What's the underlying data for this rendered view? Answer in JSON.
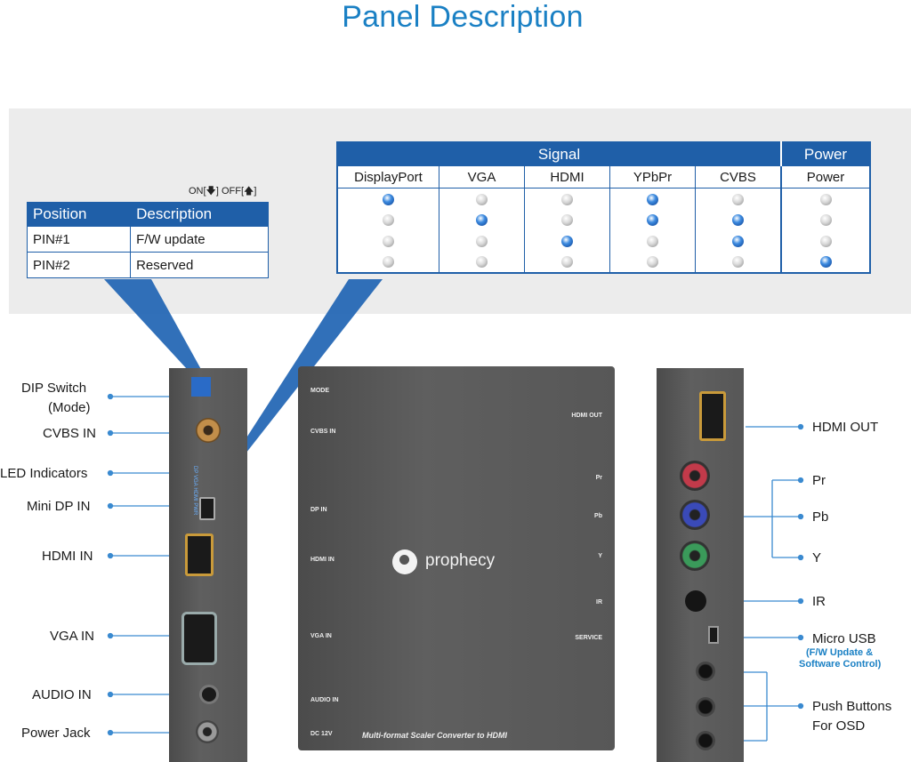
{
  "title": "Panel Description",
  "dip_switch_legend": "ON[🡇]  OFF[🡅]",
  "position_table": {
    "headers": [
      "Position",
      "Description"
    ],
    "rows": [
      {
        "pin": "PIN#1",
        "desc": "F/W update"
      },
      {
        "pin": "PIN#2",
        "desc": "Reserved"
      }
    ]
  },
  "led_table": {
    "group_headers": {
      "signal": "Signal",
      "power": "Power"
    },
    "columns": [
      "DisplayPort",
      "VGA",
      "HDMI",
      "YPbPr",
      "CVBS",
      "Power"
    ],
    "states": [
      [
        "on",
        "off",
        "off",
        "off"
      ],
      [
        "off",
        "on",
        "off",
        "off"
      ],
      [
        "off",
        "off",
        "on",
        "off"
      ],
      [
        "on",
        "on",
        "off",
        "off"
      ],
      [
        "off",
        "on",
        "on",
        "off"
      ],
      [
        "off",
        "off",
        "off",
        "on"
      ]
    ]
  },
  "left_labels": {
    "dip_switch": "DIP Switch",
    "dip_mode": "(Mode)",
    "cvbs_in": "CVBS IN",
    "led_indicators": "LED Indicators",
    "mini_dp_in": "Mini DP IN",
    "hdmi_in": "HDMI IN",
    "vga_in": "VGA IN",
    "audio_in": "AUDIO IN",
    "power_jack": "Power Jack"
  },
  "right_labels": {
    "hdmi_out": "HDMI OUT",
    "pr": "Pr",
    "pb": "Pb",
    "y": "Y",
    "ir": "IR",
    "micro_usb": "Micro USB",
    "usb_note_1": "(F/W Update &",
    "usb_note_2": "Software Control)",
    "push_buttons": "Push Buttons",
    "for_osd": "For OSD"
  },
  "device_top": {
    "brand": "prophecy",
    "product": "Multi-format Scaler Converter to HDMI",
    "left": [
      "MODE",
      "CVBS IN",
      "DP IN",
      "HDMI IN",
      "VGA IN",
      "AUDIO IN",
      "DC 12V"
    ],
    "right": [
      "HDMI OUT",
      "Pr",
      "Pb",
      "Y",
      "IR",
      "SERVICE"
    ]
  },
  "side_led_labels": [
    "DP",
    "VGA",
    "HDMI",
    "PWR"
  ],
  "colors": {
    "accent": "#1a80c4",
    "table_blue": "#1f5fa8"
  }
}
